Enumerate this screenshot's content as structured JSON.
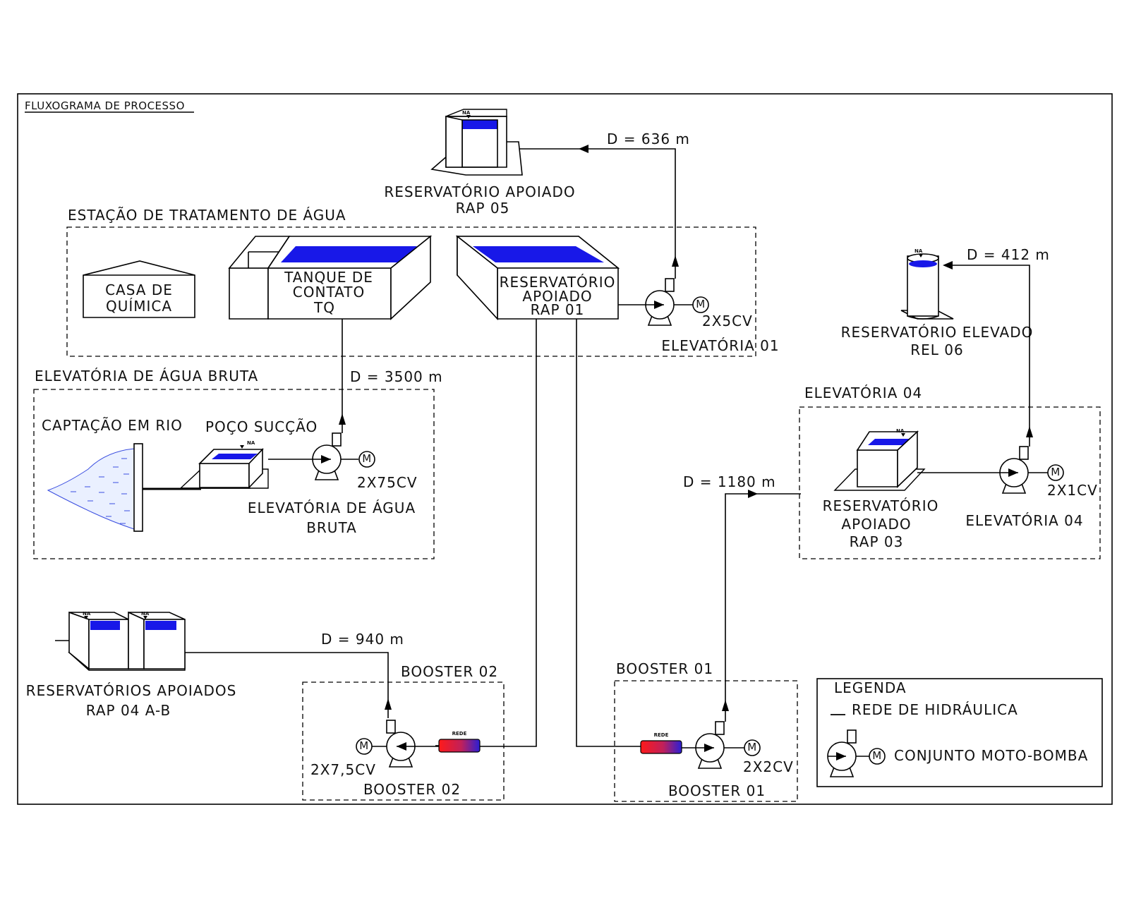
{
  "title": "FLUXOGRAMA DE PROCESSO",
  "colors": {
    "water": "#1818e8",
    "rede_start": "#ff1a1a",
    "rede_end": "#2a1fd6",
    "river": "#3a4ee0"
  },
  "labels": {
    "eta": "ESTAÇÃO DE TRATAMENTO DE ÁGUA",
    "casa_l1": "CASA DE",
    "casa_l2": "QUÍMICA",
    "tq_l1": "TANQUE DE",
    "tq_l2": "CONTATO",
    "tq_l3": "TQ",
    "rap01_l1": "RESERVATÓRIO",
    "rap01_l2": "APOIADO",
    "rap01_l3": "RAP 01",
    "elev01_power": "2X5CV",
    "elev01_name": "ELEVATÓRIA 01",
    "rap05_l1": "RESERVATÓRIO APOIADO",
    "rap05_l2": "RAP 05",
    "d636": "D = 636 m",
    "rel06_l1": "RESERVATÓRIO ELEVADO",
    "rel06_l2": "REL 06",
    "d412": "D = 412 m",
    "eab_box": "ELEVATÓRIA DE ÁGUA BRUTA",
    "d3500": "D = 3500 m",
    "captacao": "CAPTAÇÃO EM RIO",
    "poco": "POÇO SUCÇÃO",
    "eab_power": "2X75CV",
    "eab_l1": "ELEVATÓRIA DE ÁGUA",
    "eab_l2": "BRUTA",
    "elev04_box": "ELEVATÓRIA 04",
    "d1180": "D = 1180 m",
    "rap03_l1": "RESERVATÓRIO",
    "rap03_l2": "APOIADO",
    "rap03_l3": "RAP 03",
    "elev04_power": "2X1CV",
    "elev04_name": "ELEVATÓRIA 04",
    "rap04_l1": "RESERVATÓRIOS APOIADOS",
    "rap04_l2": "RAP 04 A-B",
    "d940": "D = 940 m",
    "b02_box": "BOOSTER 02",
    "b02_power": "2X7,5CV",
    "b02_name": "BOOSTER 02",
    "b01_box": "BOOSTER 01",
    "b01_power": "2X2CV",
    "b01_name": "BOOSTER 01",
    "na": "NA",
    "rede": "REDE",
    "motor": "M"
  },
  "legend": {
    "title": "LEGENDA",
    "rede": "REDE DE HIDRÁULICA",
    "pump": "CONJUNTO MOTO-BOMBA"
  }
}
